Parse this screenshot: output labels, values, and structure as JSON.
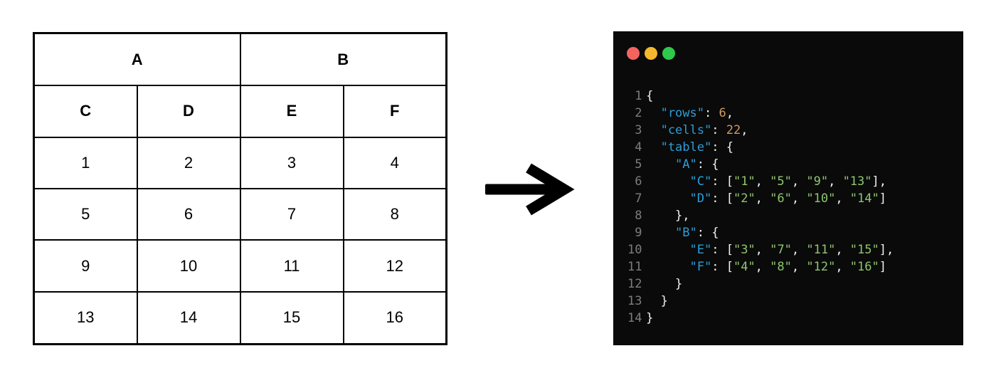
{
  "page": {
    "background": "#ffffff"
  },
  "table": {
    "group_headers": [
      {
        "label": "A",
        "span": 2
      },
      {
        "label": "B",
        "span": 2
      }
    ],
    "column_headers": [
      "C",
      "D",
      "E",
      "F"
    ],
    "rows": [
      [
        "1",
        "2",
        "3",
        "4"
      ],
      [
        "5",
        "6",
        "7",
        "8"
      ],
      [
        "9",
        "10",
        "11",
        "12"
      ],
      [
        "13",
        "14",
        "15",
        "16"
      ]
    ]
  },
  "arrow": {
    "name": "right-arrow",
    "color": "#000000"
  },
  "code_window": {
    "background": "#0a0a0a",
    "traffic_lights": [
      {
        "name": "close",
        "color": "#f4645f"
      },
      {
        "name": "minimize",
        "color": "#f5b82d"
      },
      {
        "name": "zoom",
        "color": "#2ec94a"
      }
    ],
    "colors": {
      "key": "#2d9dd6",
      "string": "#8fc470",
      "number": "#d19a66",
      "punctuation": "#f2f2f2",
      "line_number": "#7d7d7d"
    },
    "lines": [
      {
        "no": "1",
        "tokens": [
          [
            "p",
            "{"
          ]
        ]
      },
      {
        "no": "2",
        "tokens": [
          [
            "p",
            "  "
          ],
          [
            "k",
            "\"rows\""
          ],
          [
            "p",
            ": "
          ],
          [
            "n",
            "6"
          ],
          [
            "p",
            ","
          ]
        ]
      },
      {
        "no": "3",
        "tokens": [
          [
            "p",
            "  "
          ],
          [
            "k",
            "\"cells\""
          ],
          [
            "p",
            ": "
          ],
          [
            "n",
            "22"
          ],
          [
            "p",
            ","
          ]
        ]
      },
      {
        "no": "4",
        "tokens": [
          [
            "p",
            "  "
          ],
          [
            "k",
            "\"table\""
          ],
          [
            "p",
            ": {"
          ]
        ]
      },
      {
        "no": "5",
        "tokens": [
          [
            "p",
            "    "
          ],
          [
            "k",
            "\"A\""
          ],
          [
            "p",
            ": {"
          ]
        ]
      },
      {
        "no": "6",
        "tokens": [
          [
            "p",
            "      "
          ],
          [
            "k",
            "\"C\""
          ],
          [
            "p",
            ": ["
          ],
          [
            "s",
            "\"1\""
          ],
          [
            "p",
            ", "
          ],
          [
            "s",
            "\"5\""
          ],
          [
            "p",
            ", "
          ],
          [
            "s",
            "\"9\""
          ],
          [
            "p",
            ", "
          ],
          [
            "s",
            "\"13\""
          ],
          [
            "p",
            "],"
          ]
        ]
      },
      {
        "no": "7",
        "tokens": [
          [
            "p",
            "      "
          ],
          [
            "k",
            "\"D\""
          ],
          [
            "p",
            ": ["
          ],
          [
            "s",
            "\"2\""
          ],
          [
            "p",
            ", "
          ],
          [
            "s",
            "\"6\""
          ],
          [
            "p",
            ", "
          ],
          [
            "s",
            "\"10\""
          ],
          [
            "p",
            ", "
          ],
          [
            "s",
            "\"14\""
          ],
          [
            "p",
            "]"
          ]
        ]
      },
      {
        "no": "8",
        "tokens": [
          [
            "p",
            "    "
          ],
          [
            "p",
            "},"
          ]
        ]
      },
      {
        "no": "9",
        "tokens": [
          [
            "p",
            "    "
          ],
          [
            "k",
            "\"B\""
          ],
          [
            "p",
            ": {"
          ]
        ]
      },
      {
        "no": "10",
        "tokens": [
          [
            "p",
            "      "
          ],
          [
            "k",
            "\"E\""
          ],
          [
            "p",
            ": ["
          ],
          [
            "s",
            "\"3\""
          ],
          [
            "p",
            ", "
          ],
          [
            "s",
            "\"7\""
          ],
          [
            "p",
            ", "
          ],
          [
            "s",
            "\"11\""
          ],
          [
            "p",
            ", "
          ],
          [
            "s",
            "\"15\""
          ],
          [
            "p",
            "],"
          ]
        ]
      },
      {
        "no": "11",
        "tokens": [
          [
            "p",
            "      "
          ],
          [
            "k",
            "\"F\""
          ],
          [
            "p",
            ": ["
          ],
          [
            "s",
            "\"4\""
          ],
          [
            "p",
            ", "
          ],
          [
            "s",
            "\"8\""
          ],
          [
            "p",
            ", "
          ],
          [
            "s",
            "\"12\""
          ],
          [
            "p",
            ", "
          ],
          [
            "s",
            "\"16\""
          ],
          [
            "p",
            "]"
          ]
        ]
      },
      {
        "no": "12",
        "tokens": [
          [
            "p",
            "    "
          ],
          [
            "p",
            "}"
          ]
        ]
      },
      {
        "no": "13",
        "tokens": [
          [
            "p",
            "  "
          ],
          [
            "p",
            "}"
          ]
        ]
      },
      {
        "no": "14",
        "tokens": [
          [
            "p",
            "}"
          ]
        ]
      }
    ]
  }
}
